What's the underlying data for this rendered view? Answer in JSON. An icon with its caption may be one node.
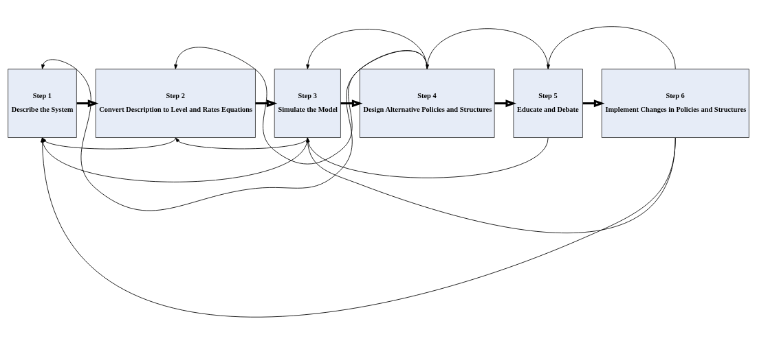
{
  "diagram": {
    "nodes": [
      {
        "text": [
          "Step 1",
          "Describe the System"
        ]
      },
      {
        "text": [
          "Step 2",
          "Convert Description to Level and Rates Equations"
        ]
      },
      {
        "text": [
          "Step 3",
          "Simulate the Model"
        ]
      },
      {
        "text": [
          "Step 4",
          "Design Alternative Policies and Structures"
        ]
      },
      {
        "text": [
          "Step 5",
          "Educate and Debate"
        ]
      },
      {
        "text": [
          "Step 6",
          "Implement Changes in Policies and Structures"
        ]
      }
    ],
    "edges": [
      {
        "from": 0,
        "to": 1,
        "arrow": "to",
        "style": "thick"
      },
      {
        "from": 1,
        "to": 2,
        "arrow": "to",
        "style": "thick"
      },
      {
        "from": 2,
        "to": 3,
        "arrow": "to",
        "style": "thick"
      },
      {
        "from": 3,
        "to": 4,
        "arrow": "to",
        "style": "thick"
      },
      {
        "from": 4,
        "to": 5,
        "arrow": "to",
        "style": "thick"
      },
      {
        "from": 3,
        "to": 0,
        "arrow": "to"
      },
      {
        "from": 3,
        "to": 1,
        "arrow": "to"
      },
      {
        "from": 3,
        "to": 2,
        "arrow": "to"
      },
      {
        "from": 4,
        "to": 3,
        "arrow": "to"
      },
      {
        "from": 5,
        "to": 4,
        "arrow": "to"
      },
      {
        "from": 1,
        "to": 0,
        "arrow": "to"
      },
      {
        "from": 2,
        "to": 0,
        "arrow": "to"
      },
      {
        "from": 2,
        "to": 1,
        "arrow": "to"
      },
      {
        "from": 4,
        "to": 2,
        "arrow": "to"
      },
      {
        "from": 5,
        "to": 2,
        "arrow": "to"
      },
      {
        "from": 5,
        "to": 0,
        "arrow": "to"
      }
    ]
  }
}
